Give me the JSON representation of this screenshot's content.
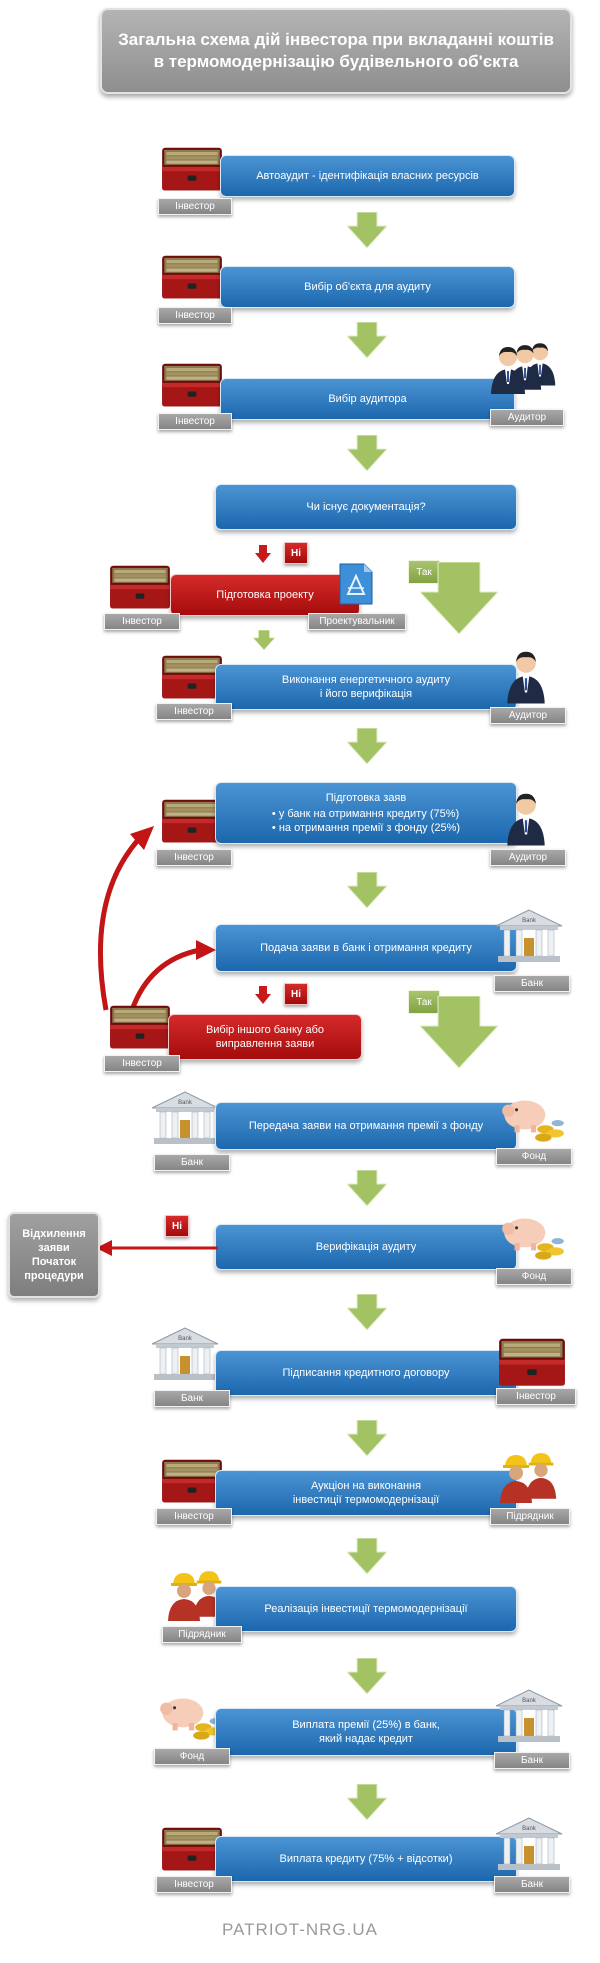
{
  "title": "Загальна схема дій інвестора при вкладанні коштів в термомодернізацію будівельного об'єкта",
  "steps": {
    "s1": "Автоаудит - ідентифікація власних ресурсів",
    "s2": "Вибір об'єкта для аудиту",
    "s3": "Вибір аудитора",
    "s4": "Чи існує документація?",
    "s5": "Підготовка проекту",
    "s6a": "Виконання енергетичного аудиту",
    "s6b": "і його верифікація",
    "s7_title": "Підготовка заяв",
    "s7_b1": "у банк на отримання кредиту (75%)",
    "s7_b2": "на отримання премії з фонду (25%)",
    "s8": "Подача заяви в банк і отримання кредиту",
    "s9a": "Вибір іншого банку або",
    "s9b": "виправлення заяви",
    "s10": "Передача заяви на отримання премії з фонду",
    "s11": "Верифікація аудиту",
    "s12a": "Відхилення",
    "s12b": "заяви",
    "s12c": "Початок",
    "s12d": "процедури",
    "s13": "Підписання кредитного договору",
    "s14a": "Аукціон на виконання",
    "s14b": "інвестиції термомодернізації",
    "s15": "Реалізація інвестиції термомодернізації",
    "s16a": "Виплата премії (25%) в банк,",
    "s16b": "який надає кредит",
    "s17": "Виплата кредиту (75% + відсотки)"
  },
  "roles": {
    "investor": "Інвестор",
    "auditor": "Аудитор",
    "designer": "Проектувальник",
    "bank": "Банк",
    "fund": "Фонд",
    "contractor": "Підрядник"
  },
  "branch": {
    "no": "Ні",
    "yes": "Так"
  },
  "footer": "PATRIOT-NRG.UA",
  "colors": {
    "blue": "#2a77bd",
    "red": "#b81515",
    "green_arrow": "#9dbb5a",
    "gray_tag": "#969696"
  }
}
